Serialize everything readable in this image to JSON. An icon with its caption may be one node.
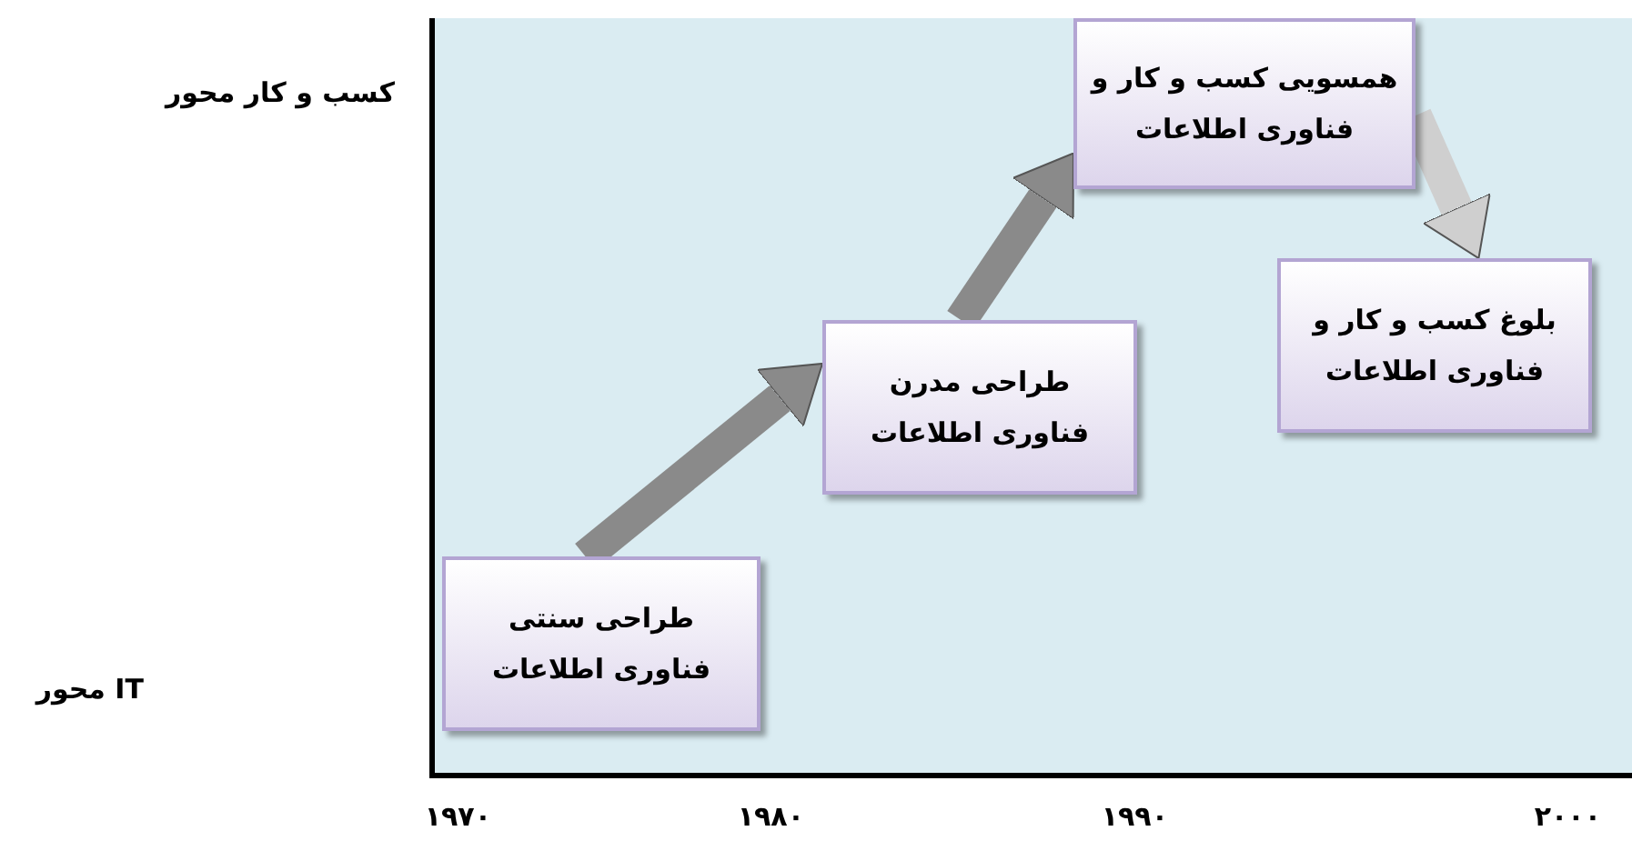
{
  "diagram": {
    "nodes": [
      {
        "text": [
          "طراحی سنتی فناوری اطلاعات"
        ]
      },
      {
        "text": [
          "طراحی مدرن فناوری اطلاعات"
        ]
      },
      {
        "text": [
          "همسویی کسب و کار و فناوری اطلاعات"
        ]
      },
      {
        "text": [
          "بلوغ کسب و کار و فناوری اطلاعات"
        ]
      }
    ],
    "edges": [
      {
        "from": 0,
        "to": 1,
        "arrow": "to"
      },
      {
        "from": 1,
        "to": 2,
        "arrow": "to"
      },
      {
        "from": 2,
        "to": 3,
        "arrow": "to",
        "color": "#cfcfcf"
      }
    ],
    "labels": [
      "کسب و کار محور",
      "IT محور",
      "۱۹۷۰",
      "۱۹۸۰",
      "۱۹۹۰",
      "۲۰۰۰"
    ]
  }
}
